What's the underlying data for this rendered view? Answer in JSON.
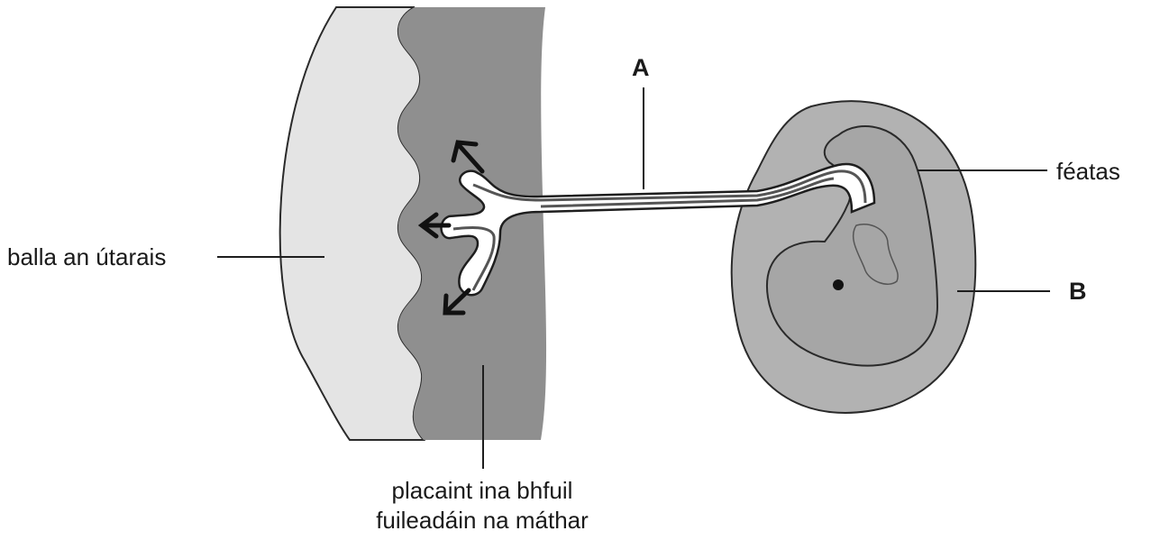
{
  "labels": {
    "uterus_wall": "balla an útarais",
    "placenta_line1": "placaint ina bhfuil",
    "placenta_line2": "fuileadáin na máthar",
    "fetus": "féatas",
    "marker_a": "A",
    "marker_b": "B"
  }
}
